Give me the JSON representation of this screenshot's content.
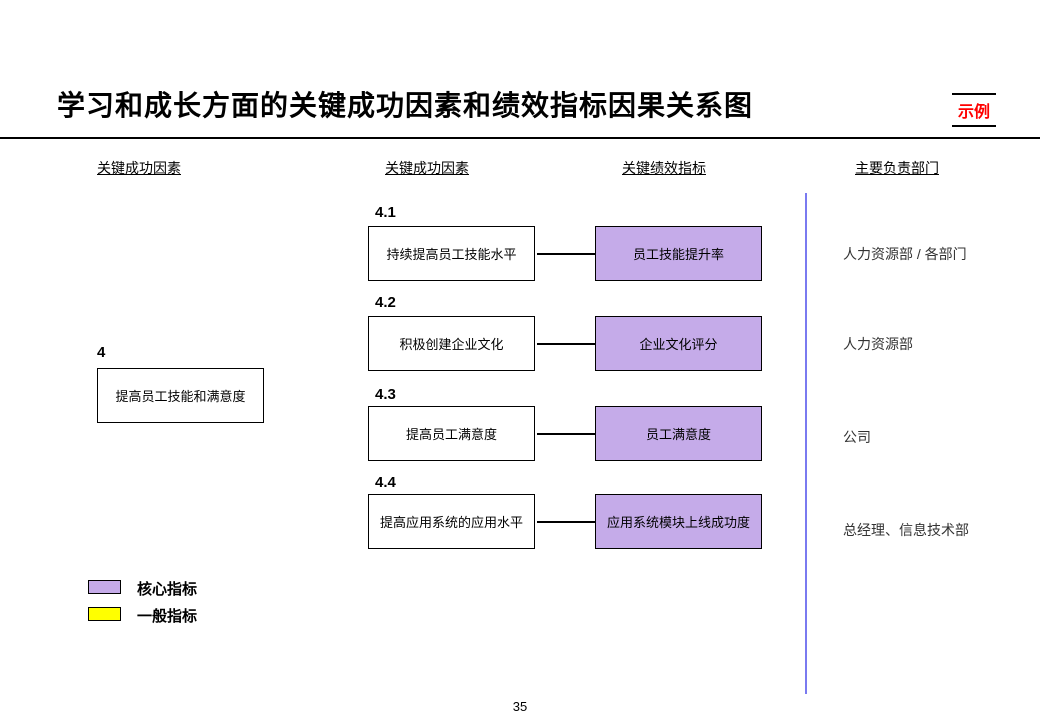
{
  "slide": {
    "title": "学习和成长方面的关键成功因素和绩效指标因果关系图",
    "tag": "示例",
    "page_number": "35"
  },
  "columns": {
    "col1": "关键成功因素",
    "col2": "关键成功因素",
    "col3": "关键绩效指标",
    "col4": "主要负责部门"
  },
  "left_factor": {
    "id": "4",
    "label": "提高员工技能和满意度"
  },
  "rows": [
    {
      "id": "4.1",
      "factor": "持续提高员工技能水平",
      "kpi": "员工技能提升率",
      "department": "人力资源部 / 各部门"
    },
    {
      "id": "4.2",
      "factor": "积极创建企业文化",
      "kpi": "企业文化评分",
      "department": "人力资源部"
    },
    {
      "id": "4.3",
      "factor": "提高员工满意度",
      "kpi": "员工满意度",
      "department": "公司"
    },
    {
      "id": "4.4",
      "factor": "提高应用系统的应用水平",
      "kpi": "应用系统模块上线成功度",
      "department": "总经理、信息技术部"
    }
  ],
  "legend": [
    {
      "label": "核心指标",
      "color": "#C5ABE9"
    },
    {
      "label": "一般指标",
      "color": "#FFFF00"
    }
  ],
  "colors": {
    "kpi_core": "#C5ABE9",
    "kpi_general": "#FFFF00",
    "divider": "#7A7AF0",
    "tag_red": "#FF0000"
  }
}
